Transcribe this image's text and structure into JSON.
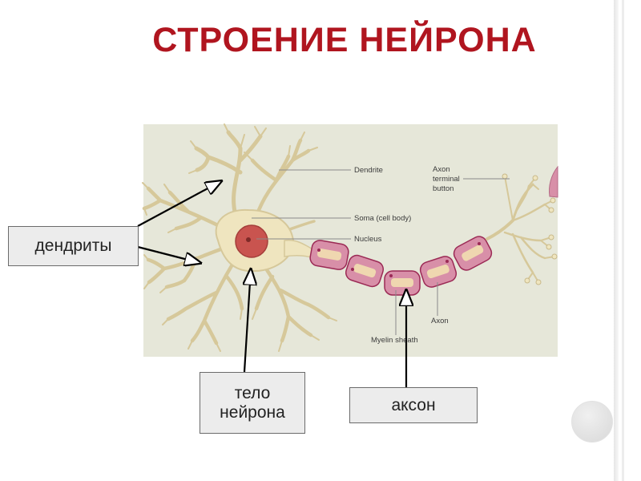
{
  "slide": {
    "title": "СТРОЕНИЕ НЕЙРОНА"
  },
  "diagram_labels": {
    "dendrite": "Dendrite",
    "soma": "Soma (cell body)",
    "nucleus": "Nucleus",
    "axon_terminal_line1": "Axon",
    "axon_terminal_line2": "terminal",
    "axon_terminal_line3": "button",
    "axon": "Axon",
    "myelin": "Myelin sheath"
  },
  "callouts": {
    "dendrites": "дендриты",
    "cell_body": "тело\nнейрона",
    "axon": "аксон"
  },
  "colors": {
    "title": "#b0151f",
    "cell_body": "#efe5bf",
    "nucleus": "#c9544f",
    "myelin": "#d88fa8",
    "background_panel": "#e6e7d9"
  }
}
